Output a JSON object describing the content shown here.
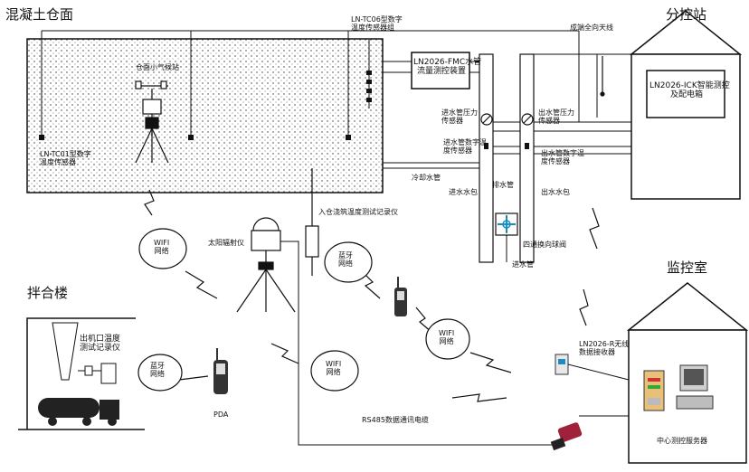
{
  "sections": {
    "concrete_surface": "混凝土仓面",
    "mixing_building": "拌合楼",
    "sub_control_station": "分控站",
    "monitor_room": "监控室"
  },
  "labels": {
    "sensor_group": "LN-TC06型数字\n温度传感器组",
    "embedded_sensor": "LN-TC01型数字\n温度传感器",
    "fmc_device": "LN2026-FMC水管\n流量测控装置",
    "ick_box": "LN2026-ICK智能测控\n及配电箱",
    "antenna": "成端全向天线",
    "inlet_pressure_sensor": "进水管压力\n传感器",
    "outlet_pressure_sensor": "出水管压力\n传感器",
    "inlet_temp_sensor": "进水管数字温\n度传感器",
    "outlet_temp_sensor": "出水管数字温\n度传感器",
    "cooling_pipe": "冷却水管",
    "inlet_bag": "进水水包",
    "outlet_bag": "出水水包",
    "drain_pipe": "排水管",
    "valve": "四通换向球阀",
    "inlet_pipe": "进水管",
    "thermometer_probe": "入仓浇筑温度测试记录仪",
    "solar_meter": "太阳辐射仪",
    "wifi": "WIFI\n网络",
    "bluetooth": "蓝牙\n网络",
    "machine_outlet_recorder": "出机口温度\n测试记录仪",
    "pda": "PDA",
    "rs485": "RS485数据通讯电缆",
    "receiver": "LN2026-R无线\n数据接收器",
    "server": "中心测控服务器",
    "weather_station": "仓面小气候站"
  },
  "icons": [
    "weather-station-icon",
    "tripod-sensor-icon",
    "solar-meter-icon",
    "handset-icon",
    "wireless-receiver-icon",
    "server-icon",
    "computer-icon",
    "truck-icon",
    "probe-icon"
  ],
  "colors": {
    "line": "#111111",
    "accent": "#1a8fbf",
    "handset": "#333333"
  }
}
